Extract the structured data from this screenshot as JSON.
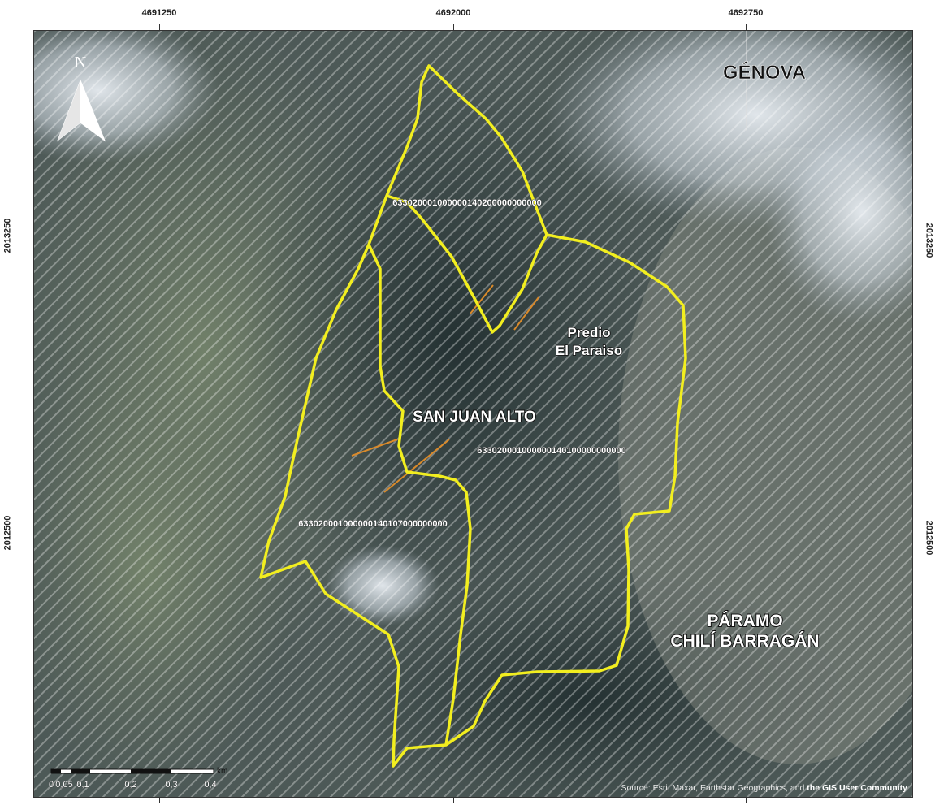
{
  "grid_labels": {
    "x": [
      "4691250",
      "4692000",
      "4692750"
    ],
    "y": [
      "2013250",
      "2012500"
    ]
  },
  "places": {
    "genova": "GÉNOVA",
    "predio_line1": "Predio",
    "predio_line2": "El Paraiso",
    "san_juan_alto": "SAN JUAN ALTO",
    "paramo_line1": "PÁRAMO",
    "paramo_line2": "CHILÍ BARRAGÁN"
  },
  "parcels": {
    "north": "633020001000000140200000000000",
    "east": "633020001000000140100000000000",
    "west": "633020001000000140107000000000"
  },
  "north_arrow": {
    "label": "N",
    "icon": "north-arrow-icon"
  },
  "scale_bar": {
    "unit": "km",
    "ticks": [
      "0",
      "0,05",
      "0,1",
      "0,2",
      "0,3",
      "0,4"
    ]
  },
  "attribution": {
    "prefix": "Source: Esri, Maxar, Earthstar Geographics, and ",
    "highlight": "the GIS User Community"
  },
  "colors": {
    "boundary": "#f2ee1f",
    "trail": "#d98a2b",
    "label_light": "#ffffff",
    "label_dark": "#111111"
  }
}
